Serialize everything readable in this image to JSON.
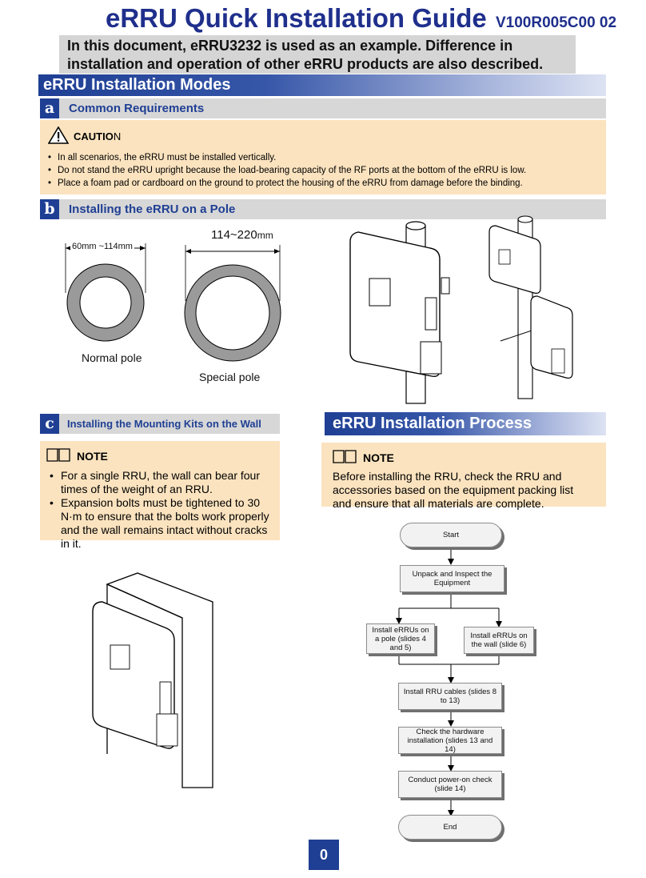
{
  "header": {
    "title": "eRRU Quick Installation Guide",
    "version": "V100R005C00 02"
  },
  "intro": "In this document, eRRU3232 is used as an example. Difference in installation and operation of other eRRU products are also described.",
  "modes": {
    "title": "eRRU Installation Modes",
    "common": {
      "letter": "a",
      "label": "Common Requirements",
      "caution_label": "CAUTIO",
      "caution_label_tail": "N",
      "items": [
        "In all scenarios, the eRRU must be installed vertically.",
        "Do not stand the eRRU upright because the load-bearing capacity of the RF ports at the bottom of the eRRU is low.",
        "Place a foam pad or cardboard on the ground to protect the housing of the eRRU from damage before the binding."
      ]
    },
    "pole": {
      "letter": "b",
      "label": "Installing the eRRU on a Pole",
      "normal_dim": "60mm ~114mm",
      "special_dim": "114~220",
      "special_unit": "mm",
      "normal_caption": "Normal pole",
      "special_caption": "Special pole"
    },
    "wall": {
      "letter": "c",
      "label": "Installing the Mounting Kits on the Wall",
      "note_label": "NOTE",
      "items": [
        "For a single RRU, the wall can bear four times of the weight of an RRU.",
        "Expansion bolts must be tightened to 30 N·m to ensure that the bolts work properly and the wall remains intact without cracks in it."
      ]
    }
  },
  "process": {
    "title": "eRRU Installation Process",
    "note_label": "NOTE",
    "note_text": "Before installing the RRU, check the RRU and accessories based on the equipment packing list and ensure that all materials are complete.",
    "flow": {
      "start": "Start",
      "unpack": "Unpack and Inspect the Equipment",
      "pole": "Install eRRUs on a pole (slides 4 and 5)",
      "wall": "Install eRRUs on the wall (slide 6)",
      "cables": "Install RRU cables (slides 8 to 13)",
      "check": "Check the hardware installation (slides 13 and 14)",
      "poweron": "Conduct power-on check (slide 14)",
      "end": "End"
    }
  },
  "page_number": "0",
  "colors": {
    "brand": "#1f3f94",
    "title": "#1f2f8c",
    "note_bg": "#fbe3bf",
    "bar_gray": "#d7d7d7"
  }
}
